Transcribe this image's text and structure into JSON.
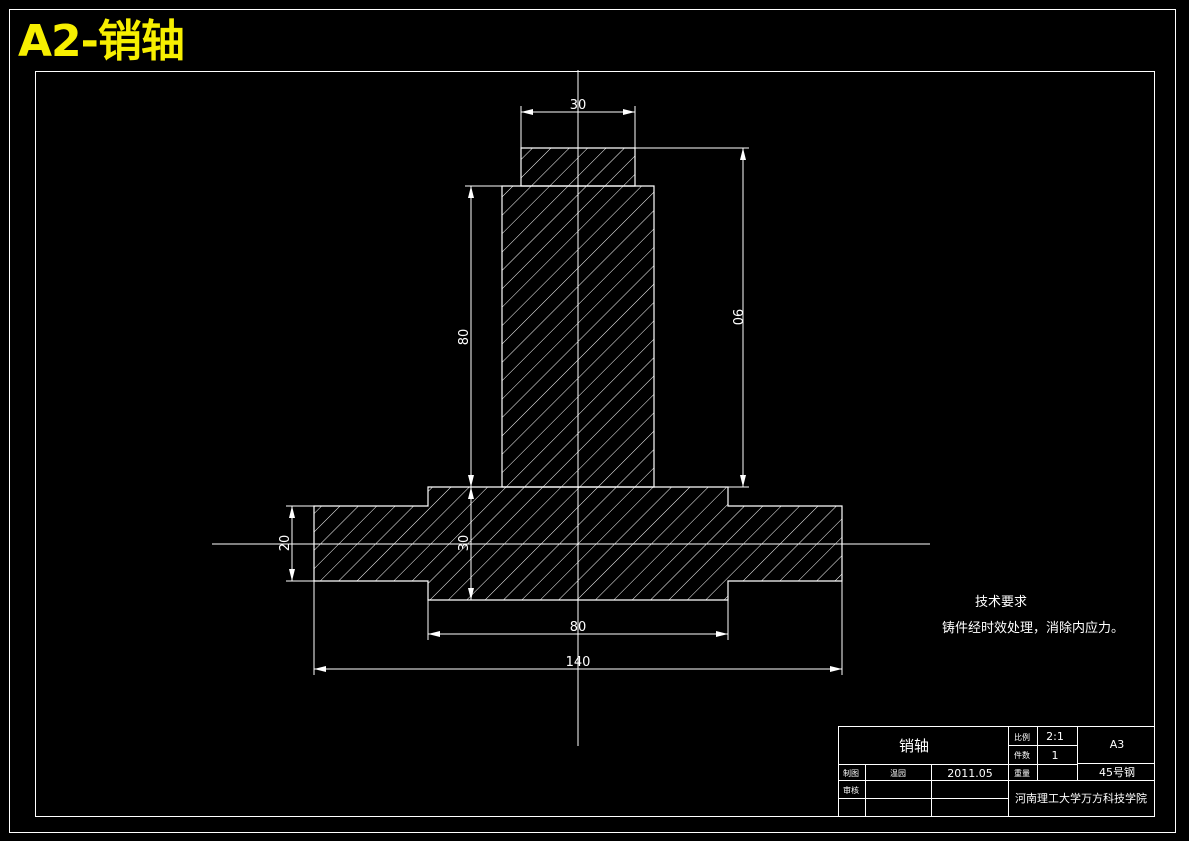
{
  "overlay_title": "A2-销轴",
  "dimensions": {
    "top_width": "30",
    "left_height": "80",
    "right_height": "90",
    "flange_thickness": "20",
    "hub_thickness": "30",
    "hub_width": "80",
    "overall_width": "140"
  },
  "tech_requirements": {
    "heading": "技术要求",
    "note": "铸件经时效处理，消除内应力。"
  },
  "title_block": {
    "part_name": "销轴",
    "scale_label": "比例",
    "scale_value": "2:1",
    "quantity_label": "件数",
    "quantity_value": "1",
    "sheet_size": "A3",
    "drawn_label": "制图",
    "drawn_by": "温园",
    "date": "2011.05",
    "weight_label": "重量",
    "material": "45号钢",
    "checked_label": "审核",
    "school": "河南理工大学万方科技学院"
  },
  "colors": {
    "background": "#000000",
    "line": "#ffffff",
    "title": "#f7ef00"
  }
}
